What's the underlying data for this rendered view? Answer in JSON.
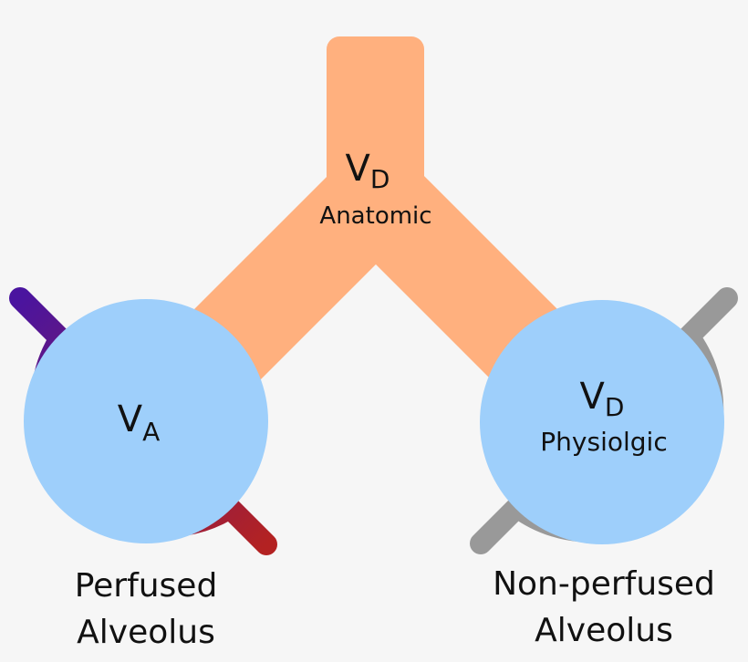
{
  "airway": {
    "symbol": "V",
    "subscript": "D",
    "label": "Anatomic"
  },
  "perfused_alveolus": {
    "symbol": "V",
    "subscript": "A",
    "caption_line1": "Perfused",
    "caption_line2": "Alveolus"
  },
  "nonperfused_alveolus": {
    "symbol": "V",
    "subscript": "D",
    "label": "Physiolgic",
    "caption_line1": "Non-perfused",
    "caption_line2": "Alveolus"
  },
  "colors": {
    "background": "#f6f6f6",
    "airway": "#ffb07e",
    "alveolus": "#9ecffb",
    "perfusion_start": "#4a149f",
    "perfusion_end": "#b32222",
    "nonperfused_vessel": "#999999",
    "text": "#111111"
  }
}
